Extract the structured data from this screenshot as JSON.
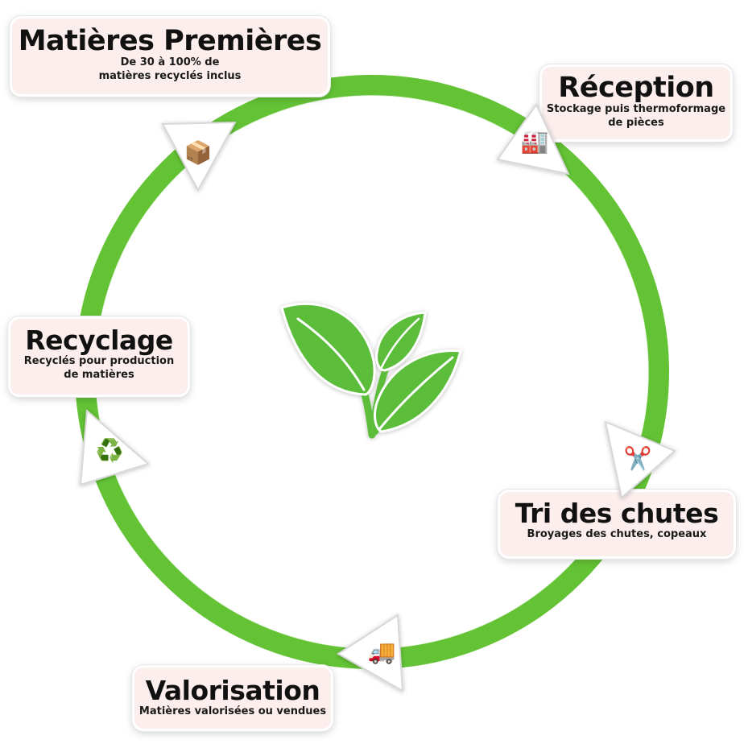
{
  "colors": {
    "ring": "#63c335",
    "leaf": "#5bbd3b",
    "card_bg": "#fdeeee"
  },
  "center_icon": "leaf-sprout-icon",
  "steps": [
    {
      "title": "Matières Premières",
      "desc": "De 30 à 100% de\nmatières recyclés inclus",
      "icon": "cardboard-box-icon",
      "glyph": "📦"
    },
    {
      "title": "Réception",
      "desc": "Stockage puis thermoformage\nde pièces",
      "icon": "factory-icon",
      "glyph": "🏭"
    },
    {
      "title": "Tri des chutes",
      "desc": "Broyages des chutes, copeaux",
      "icon": "scissors-icon",
      "glyph": "✂️"
    },
    {
      "title": "Valorisation",
      "desc": "Matières valorisées ou vendues",
      "icon": "delivery-truck-icon",
      "glyph": "🚚"
    },
    {
      "title": "Recyclage",
      "desc": "Recyclés pour production\nde matières",
      "icon": "recycle-icon",
      "glyph": "♻️"
    }
  ]
}
